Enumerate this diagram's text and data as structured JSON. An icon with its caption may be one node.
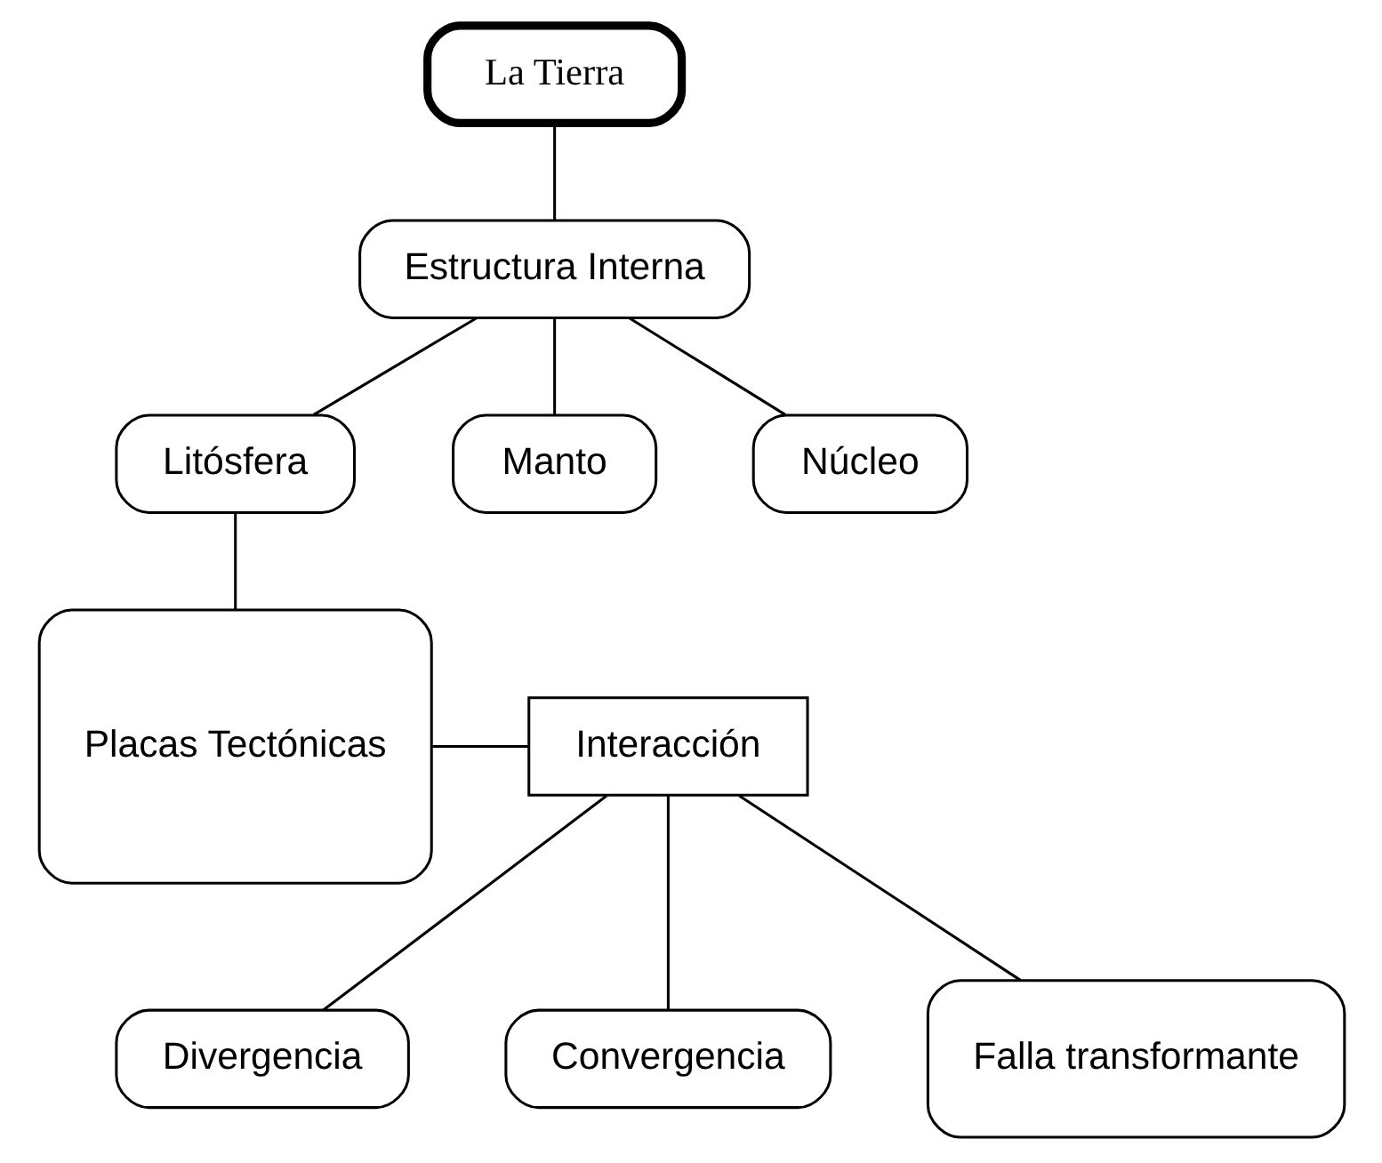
{
  "diagram": {
    "nodes": [
      {
        "text": [
          "La Tierra"
        ]
      },
      {
        "text": [
          "Estructura Interna"
        ]
      },
      {
        "text": [
          "Litósfera"
        ]
      },
      {
        "text": [
          "Manto"
        ]
      },
      {
        "text": [
          "Núcleo"
        ]
      },
      {
        "text": [
          "Placas Tectónicas"
        ]
      },
      {
        "text": [
          "Interacción"
        ]
      },
      {
        "text": [
          "Divergencia"
        ]
      },
      {
        "text": [
          "Convergencia"
        ]
      },
      {
        "text": [
          "Falla transformante"
        ]
      }
    ],
    "edges": [
      {
        "from": 0,
        "to": 1,
        "arrow": "none"
      },
      {
        "from": 1,
        "to": 2,
        "arrow": "none"
      },
      {
        "from": 1,
        "to": 3,
        "arrow": "none"
      },
      {
        "from": 1,
        "to": 4,
        "arrow": "none"
      },
      {
        "from": 2,
        "to": 5,
        "arrow": "none"
      },
      {
        "from": 5,
        "to": 6,
        "arrow": "none"
      },
      {
        "from": 6,
        "to": 7,
        "arrow": "none"
      },
      {
        "from": 6,
        "to": 8,
        "arrow": "none"
      },
      {
        "from": 6,
        "to": 9,
        "arrow": "none"
      }
    ]
  }
}
